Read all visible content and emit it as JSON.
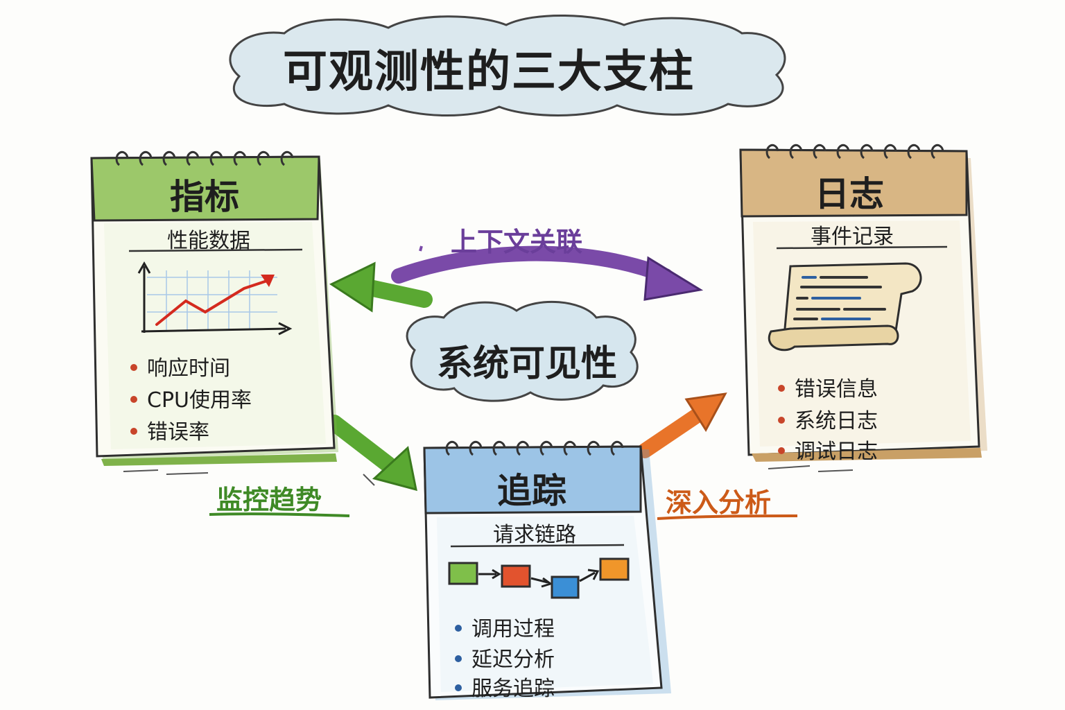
{
  "title": "可观测性的三大支柱",
  "center_label": "系统可见性",
  "arrows": {
    "context_label": "上下文关联",
    "trend_label": "监控趋势",
    "deep_label": "深入分析"
  },
  "cards": {
    "metrics": {
      "title": "指标",
      "subtitle": "性能数据",
      "items": [
        "响应时间",
        "CPU使用率",
        "错误率"
      ],
      "color": "#7fb24a"
    },
    "traces": {
      "title": "追踪",
      "subtitle": "请求链路",
      "items": [
        "调用过程",
        "延迟分析",
        "服务追踪"
      ],
      "color": "#5b9bd0"
    },
    "logs": {
      "title": "日志",
      "subtitle": "事件记录",
      "items": [
        "错误信息",
        "系统日志",
        "调试日志"
      ],
      "color": "#c9a066"
    }
  },
  "colors": {
    "green_arrow": "#5aa832",
    "purple_arrow": "#7a4aa8",
    "orange_arrow": "#e8742a",
    "bullet_red": "#c8452a",
    "bullet_blue": "#2d5fa0"
  }
}
